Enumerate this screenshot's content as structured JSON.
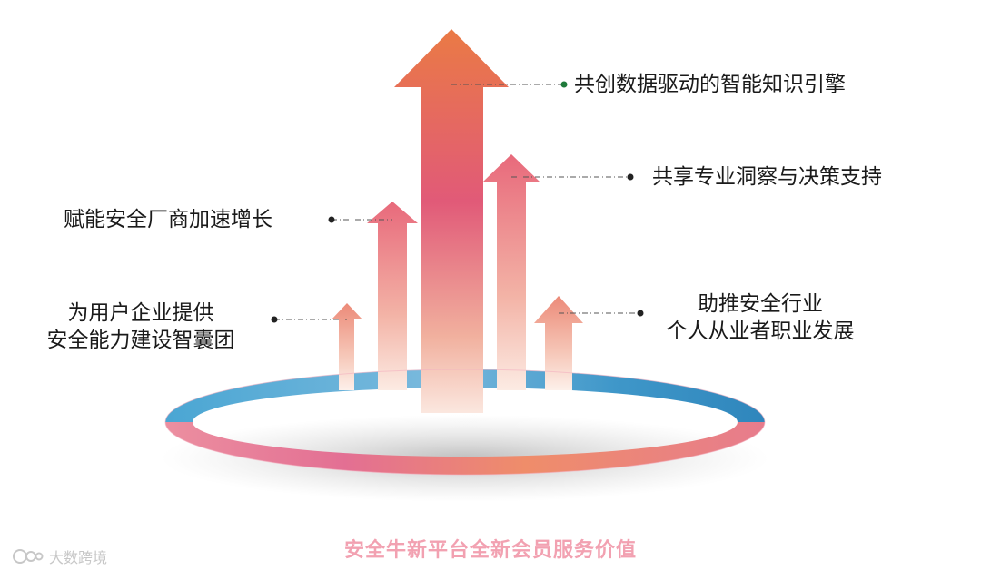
{
  "labels": {
    "top": "共创数据驱动的智能知识引擎",
    "right_upper": "共享专业洞察与决策支持",
    "left_upper": "赋能安全厂商加速增长",
    "left_lower_line1": "为用户企业提供",
    "left_lower_line2": "安全能力建设智囊团",
    "right_lower_line1": "助推安全行业",
    "right_lower_line2": "个人从业者职业发展"
  },
  "caption": "安全牛新平台全新会员服务价值",
  "watermark": {
    "logo": "logo-mark",
    "text": "大数跨境"
  },
  "colors": {
    "arrow_top": "#e8734a",
    "arrow_mid": "#e05a7f",
    "arrow_fade": "#f6d8cc",
    "ring_blue": "#4aa2cf",
    "ring_pink": "#e7799a",
    "ring_orange": "#ef8a5a",
    "caption": "#f2a1b1"
  }
}
